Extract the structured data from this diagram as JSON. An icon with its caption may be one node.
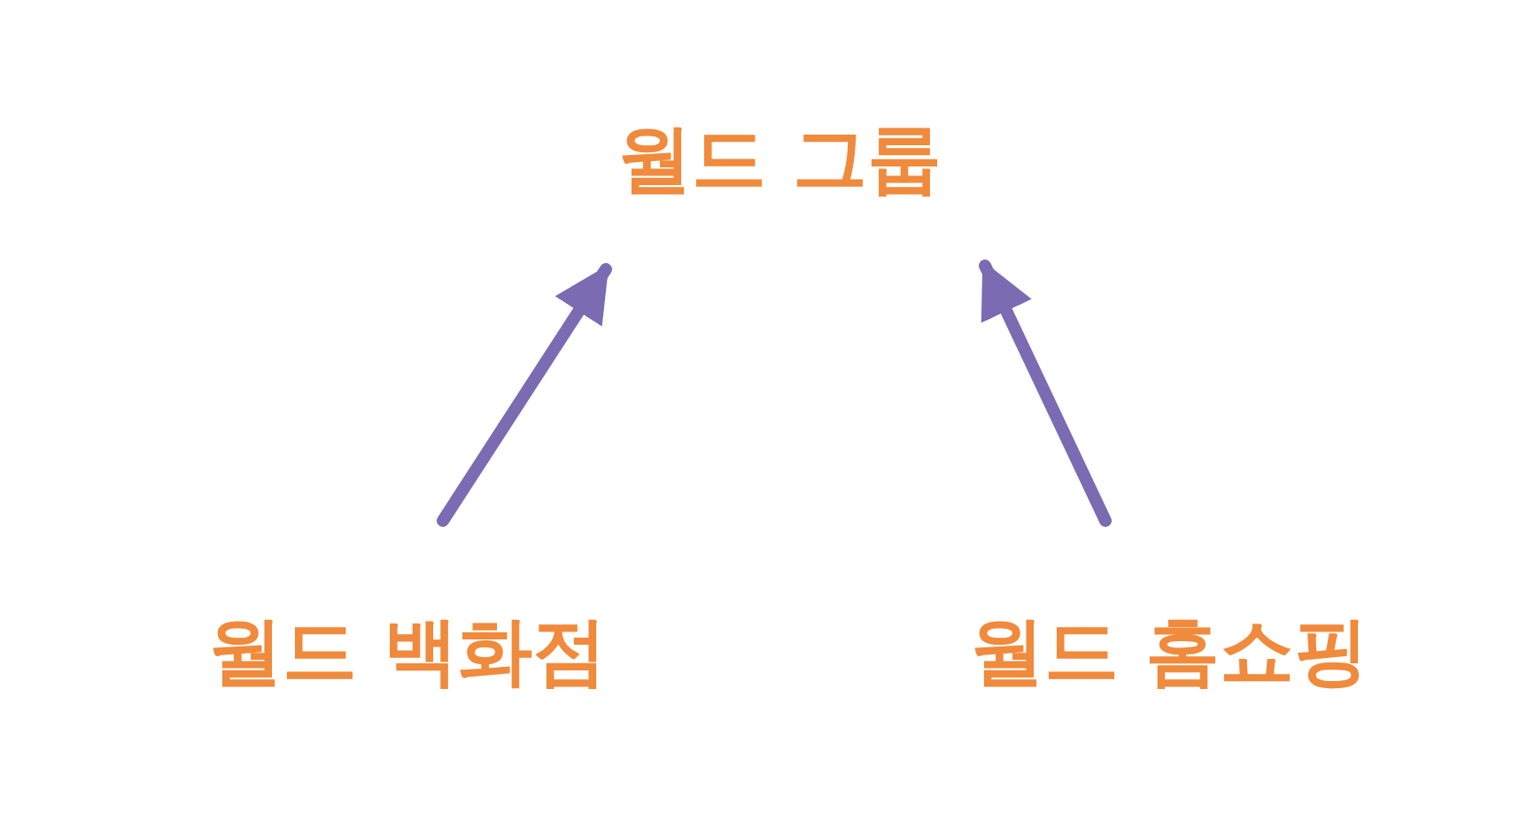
{
  "diagram": {
    "nodes": [
      {
        "text": [
          "월드 그룹"
        ]
      },
      {
        "text": [
          "월드 백화점"
        ]
      },
      {
        "text": [
          "월드 홈쇼핑"
        ]
      }
    ],
    "edges": [
      {
        "from": 1,
        "to": 0,
        "arrow": "to"
      },
      {
        "from": 2,
        "to": 0,
        "arrow": "to"
      }
    ]
  }
}
